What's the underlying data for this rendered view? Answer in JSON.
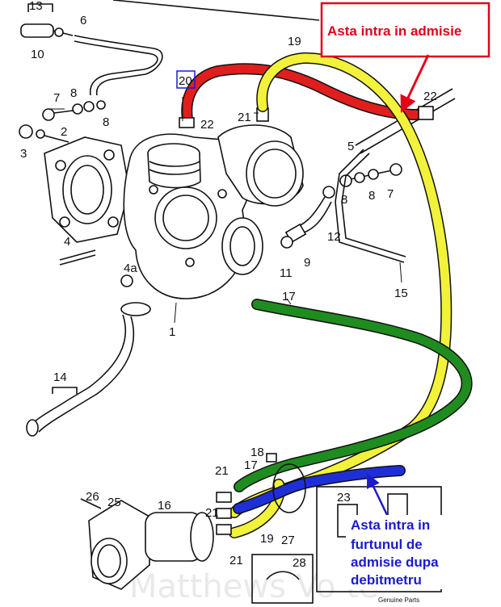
{
  "annotations": {
    "intake_label": "Asta intra in admisie",
    "blue_label_lines": [
      "Asta intra in",
      "furtunul de",
      "admisie dupa",
      "debitmetru"
    ]
  },
  "part_numbers": {
    "n13": "13",
    "n10": "10",
    "n6": "6",
    "n19_top": "19",
    "n20": "20",
    "n22_a": "22",
    "n22_b": "22",
    "n21_top": "21",
    "n7_left": "7",
    "n8_left": "8",
    "n8_left2": "8",
    "n2": "2",
    "n3": "3",
    "n5": "5",
    "n8_right": "8",
    "n8_right2": "8",
    "n7_right": "7",
    "n12": "12",
    "n4": "4",
    "n4a": "4a",
    "n11": "11",
    "n9": "9",
    "n15": "15",
    "n17_mid": "17",
    "n1": "1",
    "n14": "14",
    "n18": "18",
    "n21_a": "21",
    "n17_low": "17",
    "n26": "26",
    "n25": "25",
    "n16": "16",
    "n21_b": "21",
    "n23": "23",
    "n19_low": "19",
    "n27": "27",
    "n21_c": "21",
    "n28": "28"
  },
  "watermark": "Matthews Vo          te",
  "footer_note": "Genuine Parts",
  "colors": {
    "red_hose": "#e01e1e",
    "yellow_hose": "#f2f23a",
    "green_hose": "#1f8c1f",
    "blue_hose": "#1f2fd8",
    "callout_red": "#e3001b",
    "callout_blue": "#1a1ad0"
  }
}
